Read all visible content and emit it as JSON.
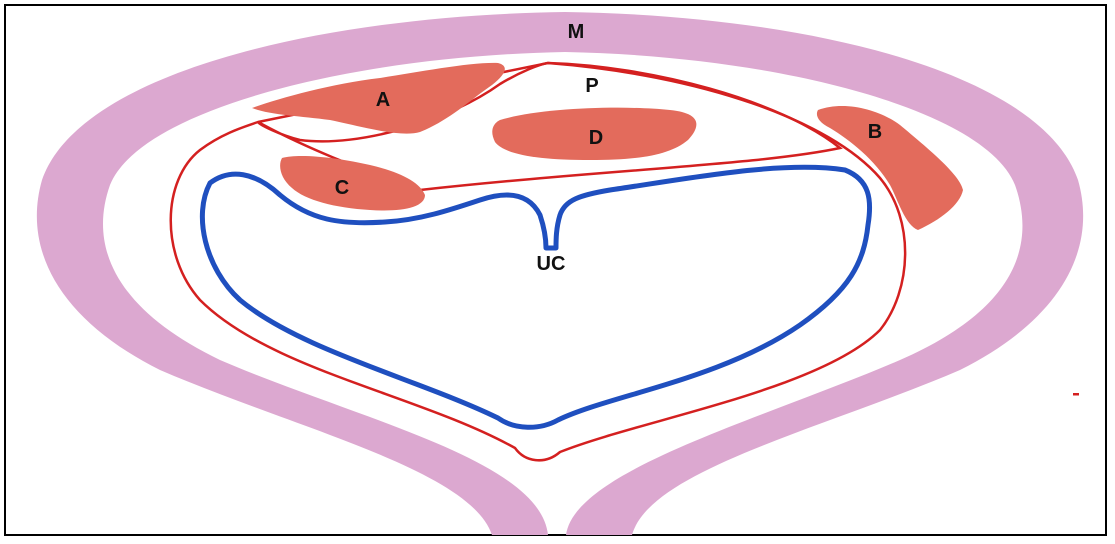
{
  "labels": {
    "M": "M",
    "P": "P",
    "A": "A",
    "B": "B",
    "C": "C",
    "D": "D",
    "UC": "UC"
  },
  "colors": {
    "membrane": "#dca8d0",
    "blob": "#e36b5c",
    "red_outline": "#d42020",
    "blue_outline": "#1f4fbf",
    "frame": "#000000",
    "background": "#ffffff"
  }
}
